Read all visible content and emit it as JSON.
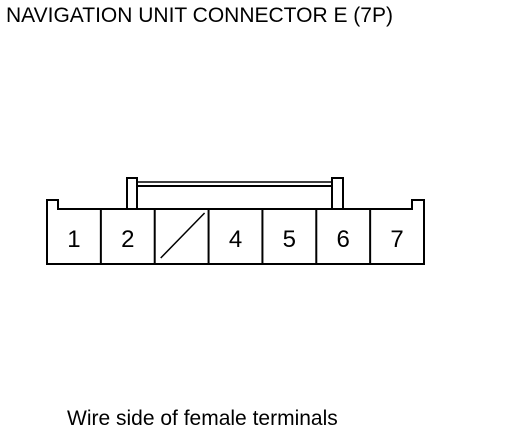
{
  "title": "NAVIGATION UNIT CONNECTOR E (7P)",
  "caption": "Wire side of female terminals",
  "connector": {
    "cavities": [
      {
        "label": "1",
        "empty": false
      },
      {
        "label": "2",
        "empty": false
      },
      {
        "label": "",
        "empty": true
      },
      {
        "label": "4",
        "empty": false
      },
      {
        "label": "5",
        "empty": false
      },
      {
        "label": "6",
        "empty": false
      },
      {
        "label": "7",
        "empty": false
      }
    ]
  }
}
